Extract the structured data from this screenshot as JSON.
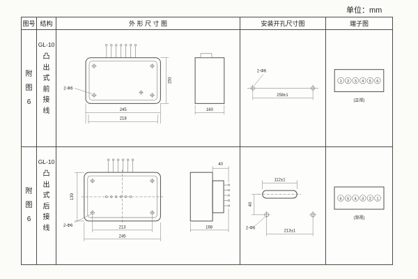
{
  "unit_label": "单位：mm",
  "headers": {
    "figure_no": "图号",
    "structure": "结构",
    "outline": "外 形 尺 寸 图",
    "install": "安装开孔尺寸图",
    "terminal": "端子图"
  },
  "rows": [
    {
      "figure_no": "附图6",
      "structure_model": "GL-10",
      "structure_desc": "凸出式前接线",
      "outline": {
        "hole_label": "2-Φ6",
        "dim_top": "245",
        "dim_bottom": "218",
        "dim_height": "150",
        "dim_side": "160"
      },
      "install": {
        "hole_label": "2-Φ6",
        "dim_width": "258±1"
      },
      "terminal": {
        "numbers": [
          "1",
          "2",
          "3",
          "4",
          "5",
          "6"
        ],
        "caption": "(正视)"
      }
    },
    {
      "figure_no": "附图6",
      "structure_model": "GL-10",
      "structure_desc": "凸出式后接线",
      "outline": {
        "hole_label": "2-Φ6",
        "dim_top": "213",
        "dim_bottom": "245",
        "dim_height": "130",
        "dim_side_top": "40",
        "dim_side": "168"
      },
      "install": {
        "hole_label": "2-Φ6",
        "dim_top": "112±1",
        "dim_bottom": "213±1",
        "dim_left": "40"
      },
      "terminal": {
        "numbers": [
          "6",
          "5",
          "4",
          "3",
          "2",
          "1"
        ],
        "caption": "(背视)"
      }
    }
  ]
}
